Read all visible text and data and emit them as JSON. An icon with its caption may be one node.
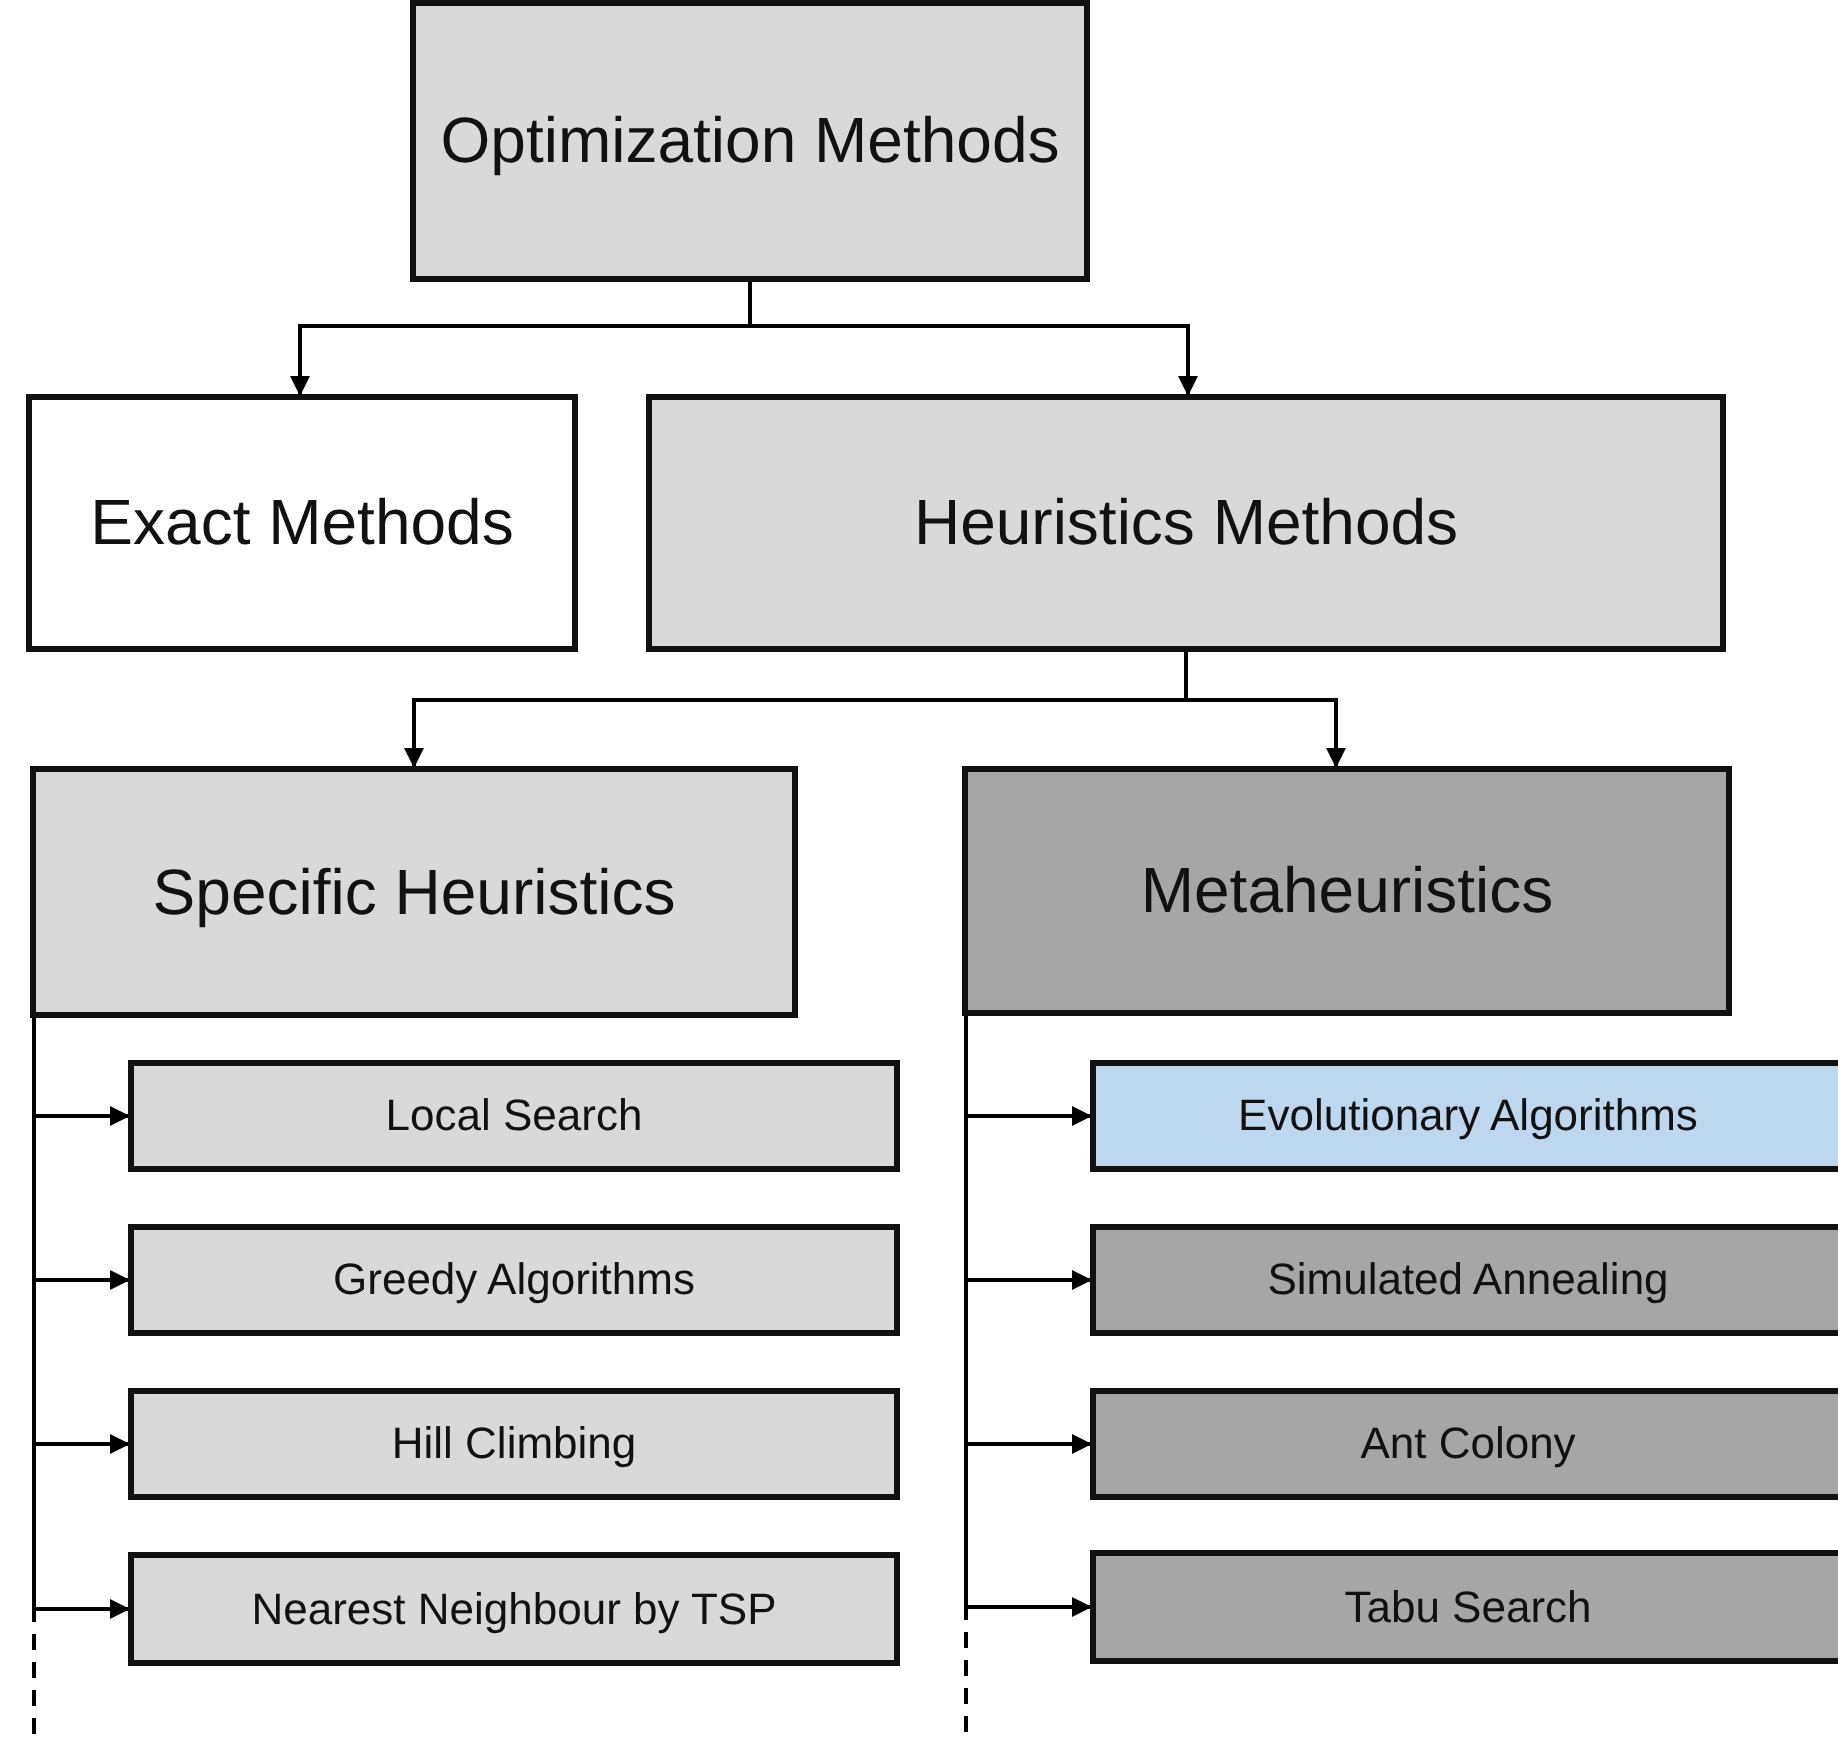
{
  "diagram": {
    "nodes": [
      {
        "text": [
          "Optimization Methods"
        ]
      },
      {
        "text": [
          "Exact Methods"
        ]
      },
      {
        "text": [
          "Heuristics Methods"
        ]
      },
      {
        "text": [
          "Specific Heuristics"
        ]
      },
      {
        "text": [
          "Metaheuristics"
        ]
      },
      {
        "text": [
          "Local Search"
        ]
      },
      {
        "text": [
          "Greedy Algorithms"
        ]
      },
      {
        "text": [
          "Hill Climbing"
        ]
      },
      {
        "text": [
          "Nearest Neighbour by TSP"
        ]
      },
      {
        "text": [
          "Evolutionary Algorithms"
        ]
      },
      {
        "text": [
          "Simulated Annealing"
        ]
      },
      {
        "text": [
          "Ant Colony"
        ]
      },
      {
        "text": [
          "Tabu Search"
        ]
      }
    ],
    "edges": [
      {
        "from": 0,
        "to": 1,
        "arrow": "to"
      },
      {
        "from": 0,
        "to": 2,
        "arrow": "to"
      },
      {
        "from": 2,
        "to": 3,
        "arrow": "to"
      },
      {
        "from": 2,
        "to": 4,
        "arrow": "to"
      },
      {
        "from": 3,
        "to": 5,
        "arrow": "to"
      },
      {
        "from": 3,
        "to": 6,
        "arrow": "to"
      },
      {
        "from": 3,
        "to": 7,
        "arrow": "to"
      },
      {
        "from": 3,
        "to": 8,
        "arrow": "to"
      },
      {
        "from": 4,
        "to": 9,
        "arrow": "to"
      },
      {
        "from": 4,
        "to": 10,
        "arrow": "to"
      },
      {
        "from": 4,
        "to": 11,
        "arrow": "to"
      },
      {
        "from": 4,
        "to": 12,
        "arrow": "to"
      },
      {
        "from": 3,
        "to": null,
        "arrow": "none",
        "style": "dashed"
      },
      {
        "from": 4,
        "to": null,
        "arrow": "none",
        "style": "dashed"
      }
    ]
  }
}
